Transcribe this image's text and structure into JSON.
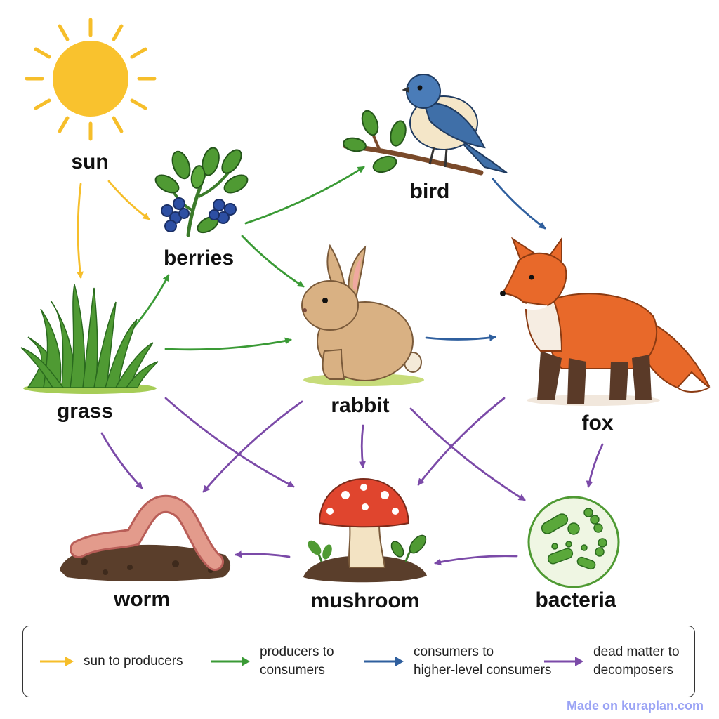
{
  "colors": {
    "sun_to_producers": "#f6be2a",
    "producers_to_consumers": "#3a9a35",
    "consumers_to_higher": "#2f5f9e",
    "dead_to_decomposers": "#7b4aa8"
  },
  "nodes": [
    {
      "id": "sun",
      "label": "sun",
      "icon": "sun-icon"
    },
    {
      "id": "berries",
      "label": "berries",
      "icon": "berries-icon"
    },
    {
      "id": "bird",
      "label": "bird",
      "icon": "bird-icon"
    },
    {
      "id": "grass",
      "label": "grass",
      "icon": "grass-icon"
    },
    {
      "id": "rabbit",
      "label": "rabbit",
      "icon": "rabbit-icon"
    },
    {
      "id": "fox",
      "label": "fox",
      "icon": "fox-icon"
    },
    {
      "id": "worm",
      "label": "worm",
      "icon": "worm-icon"
    },
    {
      "id": "mushroom",
      "label": "mushroom",
      "icon": "mushroom-icon"
    },
    {
      "id": "bacteria",
      "label": "bacteria",
      "icon": "bacteria-icon"
    }
  ],
  "edges": [
    {
      "from": "sun",
      "to": "berries",
      "kind": "sun_to_producers"
    },
    {
      "from": "sun",
      "to": "grass",
      "kind": "sun_to_producers"
    },
    {
      "from": "grass",
      "to": "berries",
      "kind": "producers_to_consumers"
    },
    {
      "from": "berries",
      "to": "bird",
      "kind": "producers_to_consumers"
    },
    {
      "from": "berries",
      "to": "rabbit",
      "kind": "producers_to_consumers"
    },
    {
      "from": "grass",
      "to": "rabbit",
      "kind": "producers_to_consumers"
    },
    {
      "from": "bird",
      "to": "fox",
      "kind": "consumers_to_higher"
    },
    {
      "from": "rabbit",
      "to": "fox",
      "kind": "consumers_to_higher"
    },
    {
      "from": "grass",
      "to": "worm",
      "kind": "dead_to_decomposers"
    },
    {
      "from": "grass",
      "to": "mushroom",
      "kind": "dead_to_decomposers"
    },
    {
      "from": "rabbit",
      "to": "worm",
      "kind": "dead_to_decomposers"
    },
    {
      "from": "rabbit",
      "to": "mushroom",
      "kind": "dead_to_decomposers"
    },
    {
      "from": "rabbit",
      "to": "bacteria",
      "kind": "dead_to_decomposers"
    },
    {
      "from": "fox",
      "to": "mushroom",
      "kind": "dead_to_decomposers"
    },
    {
      "from": "fox",
      "to": "bacteria",
      "kind": "dead_to_decomposers"
    },
    {
      "from": "mushroom",
      "to": "worm",
      "kind": "dead_to_decomposers"
    },
    {
      "from": "bacteria",
      "to": "mushroom",
      "kind": "dead_to_decomposers"
    }
  ],
  "legend": [
    {
      "kind": "sun_to_producers",
      "label": "sun to producers"
    },
    {
      "kind": "producers_to_consumers",
      "label": "producers to\nconsumers"
    },
    {
      "kind": "consumers_to_higher",
      "label": "consumers to\nhigher-level consumers"
    },
    {
      "kind": "dead_to_decomposers",
      "label": "dead matter to\ndecomposers"
    }
  ],
  "watermark": "Made on kuraplan.com"
}
